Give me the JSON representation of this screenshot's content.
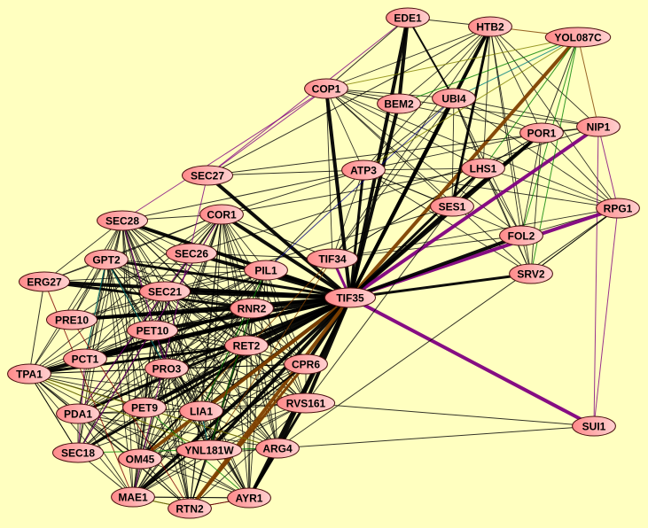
{
  "title": "Protein interaction network",
  "colors": {
    "background": "#ffffc0",
    "node_fill_dark": "#ff8a8a",
    "node_fill_light": "#ffd0d0",
    "node_stroke": "#4a1010",
    "edge_colors": {
      "k": "#000000",
      "p": "#800080",
      "b": "#804000",
      "g": "#008000",
      "o": "#808000",
      "t": "#008080",
      "r": "#800000",
      "n": "#000080"
    }
  },
  "nodes": [
    "EDE1",
    "HTB2",
    "YOL087C",
    "COP1",
    "BEM2",
    "UBI4",
    "POR1",
    "NIP1",
    "ATP3",
    "LHS1",
    "SEC27",
    "SES1",
    "RPG1",
    "COR1",
    "FOL2",
    "SEC28",
    "SEC26",
    "TIF34",
    "GPT2",
    "PIL1",
    "SRV2",
    "ERG27",
    "TIF35",
    "SEC21",
    "RNR2",
    "PRE10",
    "PET10",
    "RET2",
    "PCT1",
    "PRO3",
    "CPR6",
    "TPA1",
    "RVS161",
    "PET9",
    "LIA1",
    "PDA1",
    "SUI1",
    "SEC18",
    "OM45",
    "YNL181W",
    "ARG4",
    "MAE1",
    "RTN2",
    "AYR1"
  ],
  "clusters": [
    [
      "SEC27",
      "COR1",
      "SEC28",
      "SEC26",
      "GPT2",
      "PIL1",
      "ERG27",
      "SEC21",
      "RNR2",
      "PRE10",
      "PET10",
      "RET2",
      "PCT1",
      "PRO3",
      "TPA1",
      "PET9",
      "LIA1",
      "PDA1",
      "SEC18",
      "OM45",
      "YNL181W",
      "ARG4",
      "MAE1",
      "RTN2",
      "AYR1",
      "CPR6",
      "RVS161"
    ],
    [
      "EDE1",
      "HTB2",
      "COP1",
      "BEM2",
      "UBI4",
      "POR1",
      "NIP1",
      "ATP3",
      "LHS1",
      "SES1",
      "RPG1",
      "FOL2",
      "SRV2",
      "TIF34"
    ]
  ],
  "edges": [
    [
      "TIF35",
      "EDE1",
      4,
      "k"
    ],
    [
      "TIF35",
      "HTB2",
      4,
      "k"
    ],
    [
      "TIF35",
      "YOL087C",
      4,
      "b"
    ],
    [
      "TIF35",
      "COP1",
      4,
      "k"
    ],
    [
      "TIF35",
      "BEM2",
      4,
      "k"
    ],
    [
      "TIF35",
      "UBI4",
      4,
      "k"
    ],
    [
      "TIF35",
      "POR1",
      4,
      "k"
    ],
    [
      "TIF35",
      "NIP1",
      4,
      "p"
    ],
    [
      "TIF35",
      "ATP3",
      3,
      "k"
    ],
    [
      "TIF35",
      "LHS1",
      3,
      "k"
    ],
    [
      "TIF35",
      "SES1",
      3,
      "k"
    ],
    [
      "TIF35",
      "RPG1",
      4,
      "p"
    ],
    [
      "TIF35",
      "FOL2",
      4,
      "k"
    ],
    [
      "TIF35",
      "SRV2",
      3,
      "k"
    ],
    [
      "TIF35",
      "TIF34",
      3,
      "p"
    ],
    [
      "TIF35",
      "SUI1",
      4,
      "p"
    ],
    [
      "TIF35",
      "SEC27",
      4,
      "k"
    ],
    [
      "TIF35",
      "COR1",
      4,
      "k"
    ],
    [
      "TIF35",
      "SEC28",
      4,
      "k"
    ],
    [
      "TIF35",
      "SEC26",
      4,
      "k"
    ],
    [
      "TIF35",
      "GPT2",
      3,
      "k"
    ],
    [
      "TIF35",
      "PIL1",
      4,
      "k"
    ],
    [
      "TIF35",
      "ERG27",
      4,
      "k"
    ],
    [
      "TIF35",
      "SEC21",
      5,
      "k"
    ],
    [
      "TIF35",
      "RNR2",
      4,
      "k"
    ],
    [
      "TIF35",
      "PRE10",
      4,
      "k"
    ],
    [
      "TIF35",
      "PET10",
      4,
      "k"
    ],
    [
      "TIF35",
      "RET2",
      5,
      "k"
    ],
    [
      "TIF35",
      "PCT1",
      4,
      "k"
    ],
    [
      "TIF35",
      "PRO3",
      3,
      "k"
    ],
    [
      "TIF35",
      "CPR6",
      4,
      "k"
    ],
    [
      "TIF35",
      "TPA1",
      4,
      "k"
    ],
    [
      "TIF35",
      "RVS161",
      4,
      "k"
    ],
    [
      "TIF35",
      "PET9",
      4,
      "k"
    ],
    [
      "TIF35",
      "LIA1",
      4,
      "k"
    ],
    [
      "TIF35",
      "PDA1",
      3,
      "k"
    ],
    [
      "TIF35",
      "SEC18",
      3,
      "k"
    ],
    [
      "TIF35",
      "OM45",
      4,
      "b"
    ],
    [
      "TIF35",
      "YNL181W",
      4,
      "k"
    ],
    [
      "TIF35",
      "ARG4",
      4,
      "k"
    ],
    [
      "TIF35",
      "MAE1",
      4,
      "k"
    ],
    [
      "TIF35",
      "RTN2",
      4,
      "b"
    ],
    [
      "TIF35",
      "AYR1",
      3,
      "k"
    ],
    [
      "EDE1",
      "HTB2",
      1,
      "k"
    ],
    [
      "HTB2",
      "YOL087C",
      1,
      "b"
    ],
    [
      "YOL087C",
      "NIP1",
      1,
      "b"
    ],
    [
      "NIP1",
      "RPG1",
      1,
      "p"
    ],
    [
      "NIP1",
      "SUI1",
      1,
      "p"
    ],
    [
      "RPG1",
      "SUI1",
      1,
      "p"
    ],
    [
      "SUI1",
      "ARG4",
      1,
      "k"
    ],
    [
      "SUI1",
      "RVS161",
      1,
      "k"
    ],
    [
      "RPG1",
      "SRV2",
      1,
      "k"
    ],
    [
      "RPG1",
      "ARG4",
      1,
      "k"
    ],
    [
      "YOL087C",
      "COP1",
      1,
      "o"
    ],
    [
      "YOL087C",
      "BEM2",
      1,
      "g"
    ],
    [
      "YOL087C",
      "UBI4",
      1,
      "t"
    ],
    [
      "YOL087C",
      "FOL2",
      1,
      "g"
    ],
    [
      "YOL087C",
      "SRV2",
      1,
      "g"
    ],
    [
      "YOL087C",
      "ATP3",
      1,
      "o"
    ],
    [
      "YOL087C",
      "LHS1",
      1,
      "g"
    ],
    [
      "YOL087C",
      "POR1",
      1,
      "k"
    ],
    [
      "EDE1",
      "BEM2",
      4,
      "k"
    ],
    [
      "HTB2",
      "SES1",
      3,
      "k"
    ],
    [
      "POR1",
      "SES1",
      3,
      "k"
    ],
    [
      "EDE1",
      "SEC27",
      1,
      "p"
    ],
    [
      "EDE1",
      "COP1",
      1,
      "k"
    ],
    [
      "EDE1",
      "UBI4",
      2,
      "k"
    ],
    [
      "COP1",
      "SEC27",
      1,
      "p"
    ],
    [
      "COP1",
      "SEC28",
      1,
      "p"
    ],
    [
      "SEC27",
      "ATP3",
      1,
      "k"
    ],
    [
      "SEC27",
      "NIP1",
      1,
      "k"
    ],
    [
      "COR1",
      "ATP3",
      1,
      "k"
    ],
    [
      "COR1",
      "LHS1",
      1,
      "k"
    ],
    [
      "SEC27",
      "HTB2",
      1,
      "k"
    ],
    [
      "TIF34",
      "SEC26",
      1,
      "k"
    ],
    [
      "TIF34",
      "COR1",
      1,
      "k"
    ],
    [
      "TIF34",
      "YNL181W",
      1,
      "b"
    ],
    [
      "TIF34",
      "OM45",
      1,
      "b"
    ],
    [
      "PIL1",
      "UBI4",
      1,
      "n"
    ],
    [
      "PIL1",
      "ATP3",
      1,
      "k"
    ],
    [
      "SES1",
      "SEC21",
      1,
      "k"
    ],
    [
      "ATP3",
      "SEC28",
      1,
      "k"
    ],
    [
      "NIP1",
      "SEC26",
      1,
      "k"
    ],
    [
      "SES1",
      "RVS161",
      1,
      "k"
    ],
    [
      "ERG27",
      "TPA1",
      1,
      "k"
    ],
    [
      "TPA1",
      "SEC18",
      1,
      "k"
    ],
    [
      "SEC18",
      "MAE1",
      1,
      "k"
    ],
    [
      "MAE1",
      "RTN2",
      1,
      "o"
    ],
    [
      "RTN2",
      "AYR1",
      1,
      "r"
    ],
    [
      "MAE1",
      "AYR1",
      1,
      "k"
    ],
    [
      "ARG4",
      "AYR1",
      3,
      "k"
    ],
    [
      "RVS161",
      "AYR1",
      3,
      "k"
    ],
    [
      "CPR6",
      "RTN2",
      3,
      "b"
    ],
    [
      "CPR6",
      "MAE1",
      2,
      "k"
    ],
    [
      "RET2",
      "OM45",
      2,
      "k"
    ],
    [
      "PCT1",
      "RNR2",
      3,
      "k"
    ],
    [
      "ERG27",
      "RNR2",
      3,
      "k"
    ],
    [
      "PRE10",
      "RNR2",
      3,
      "k"
    ],
    [
      "TPA1",
      "RET2",
      3,
      "k"
    ],
    [
      "PCT1",
      "SEC18",
      1,
      "p"
    ],
    [
      "GPT2",
      "PCT1",
      1,
      "t"
    ],
    [
      "GPT2",
      "PRO3",
      1,
      "t"
    ],
    [
      "SEC26",
      "PDA1",
      1,
      "p"
    ],
    [
      "SEC28",
      "PRO3",
      1,
      "p"
    ],
    [
      "ERG27",
      "MAE1",
      1,
      "r"
    ],
    [
      "PRE10",
      "RTN2",
      1,
      "r"
    ],
    [
      "TPA1",
      "ARG4",
      1,
      "o"
    ],
    [
      "TPA1",
      "YNL181W",
      1,
      "o"
    ],
    [
      "SEC18",
      "ARG4",
      1,
      "g"
    ],
    [
      "PET9",
      "AYR1",
      1,
      "g"
    ],
    [
      "LIA1",
      "YNL181W",
      1,
      "t"
    ],
    [
      "RNR2",
      "YNL181W",
      1,
      "g"
    ],
    [
      "PIL1",
      "LIA1",
      1,
      "g"
    ],
    [
      "SEC27",
      "MAE1",
      1,
      "p"
    ],
    [
      "COR1",
      "SEC18",
      1,
      "p"
    ]
  ]
}
